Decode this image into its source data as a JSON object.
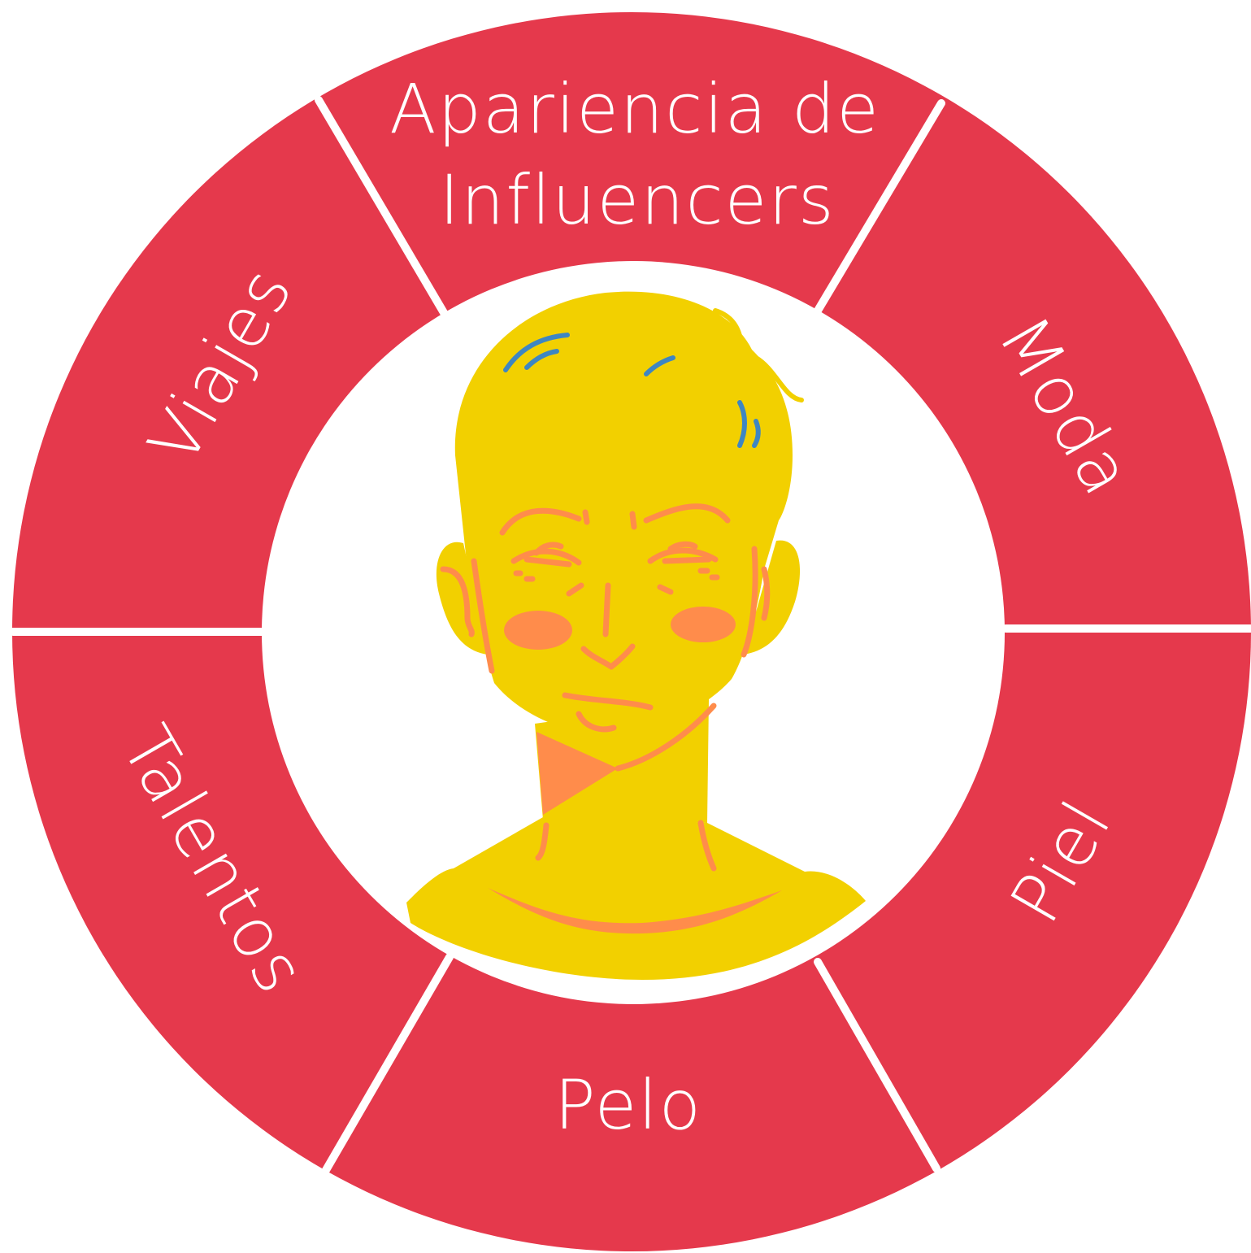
{
  "wheel": {
    "ring_color": "#E5394C",
    "divider_color": "#ffffff",
    "segments": [
      {
        "id": "influencers",
        "label_line1": "Apariencia de",
        "label_line2": "Influencers"
      },
      {
        "id": "moda",
        "label": "Moda"
      },
      {
        "id": "piel",
        "label": "Piel"
      },
      {
        "id": "pelo",
        "label": "Pelo"
      },
      {
        "id": "talentos",
        "label": "Talentos"
      },
      {
        "id": "viajes",
        "label": "Viajes"
      }
    ]
  },
  "center": {
    "illustration": "face-illustration",
    "colors": {
      "skin": "#F2D000",
      "accent": "#FF8C4B",
      "hair_highlight": "#3E86C2"
    }
  }
}
